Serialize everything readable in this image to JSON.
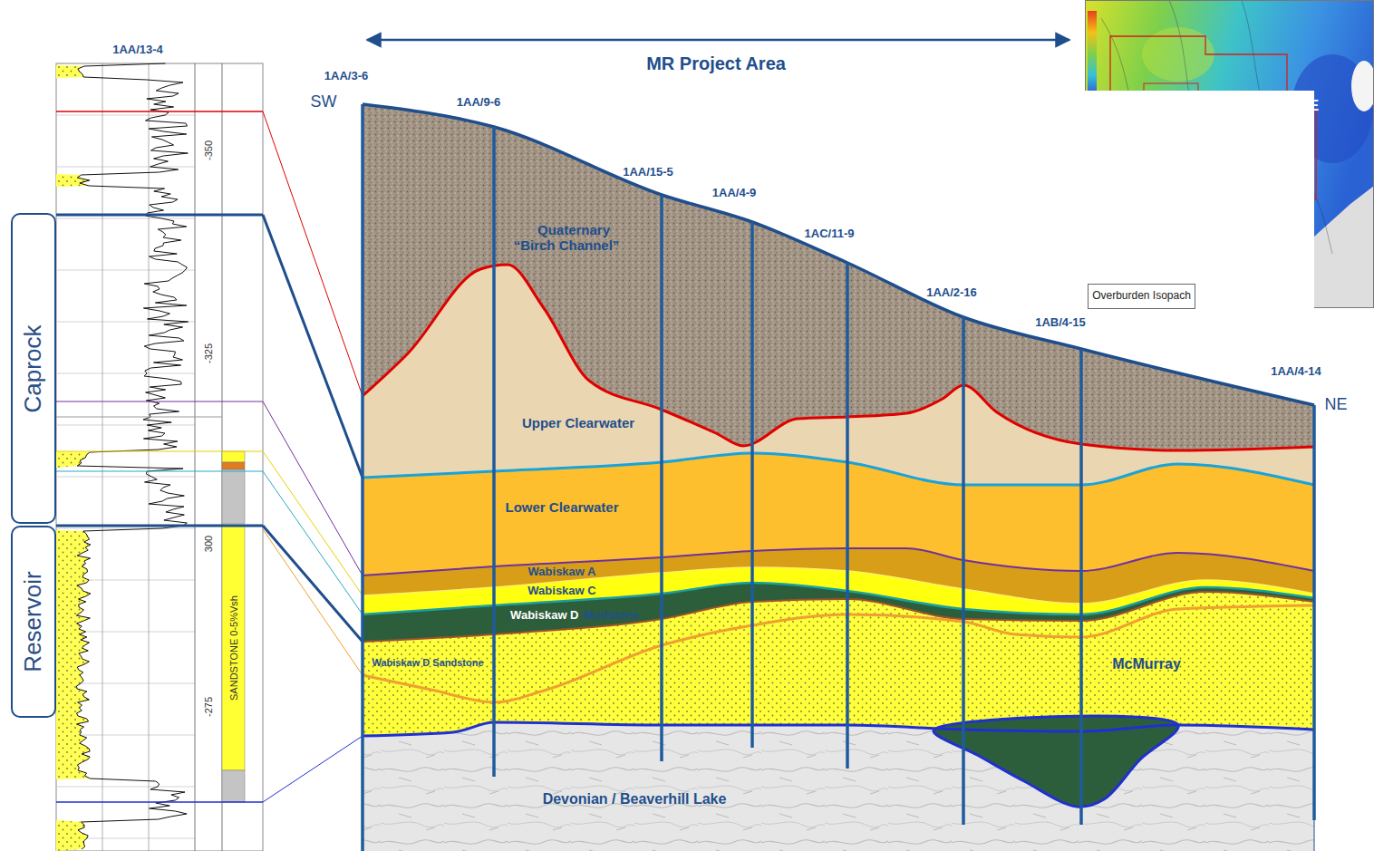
{
  "diagram": {
    "nodes": [
      {
        "text": [
          "Caprock"
        ]
      },
      {
        "text": [
          "Reservoir"
        ]
      },
      {
        "text": [
          "Quaternary “Birch Channel”"
        ]
      },
      {
        "text": [
          "Upper Clearwater"
        ]
      },
      {
        "text": [
          "Lower Clearwater"
        ]
      },
      {
        "text": [
          "Wabiskaw A"
        ]
      },
      {
        "text": [
          "Wabiskaw C"
        ]
      },
      {
        "text": [
          "Wabiskaw D",
          "Mudstone"
        ]
      },
      {
        "text": [
          "Wabiskaw D Sandstone"
        ]
      },
      {
        "text": [
          "McMurray"
        ]
      },
      {
        "text": [
          "Devonian / Beaverhill Lake"
        ]
      },
      {
        "text": [
          "Overburden Isopach"
        ]
      }
    ],
    "labels": [
      "1AA/13-4",
      "-350",
      "-325",
      "300",
      "-275",
      "SANDSTONE 0-5%Vsh",
      "MR Project Area",
      "SW",
      "1AA/3-6",
      "1AA/9-6",
      "1AA/15-5",
      "1AA/4-9",
      "1AC/11-9",
      "1AA/2-16",
      "1AB/4-15",
      "1AA/4-14",
      "NE",
      "NE",
      "SW"
    ]
  }
}
